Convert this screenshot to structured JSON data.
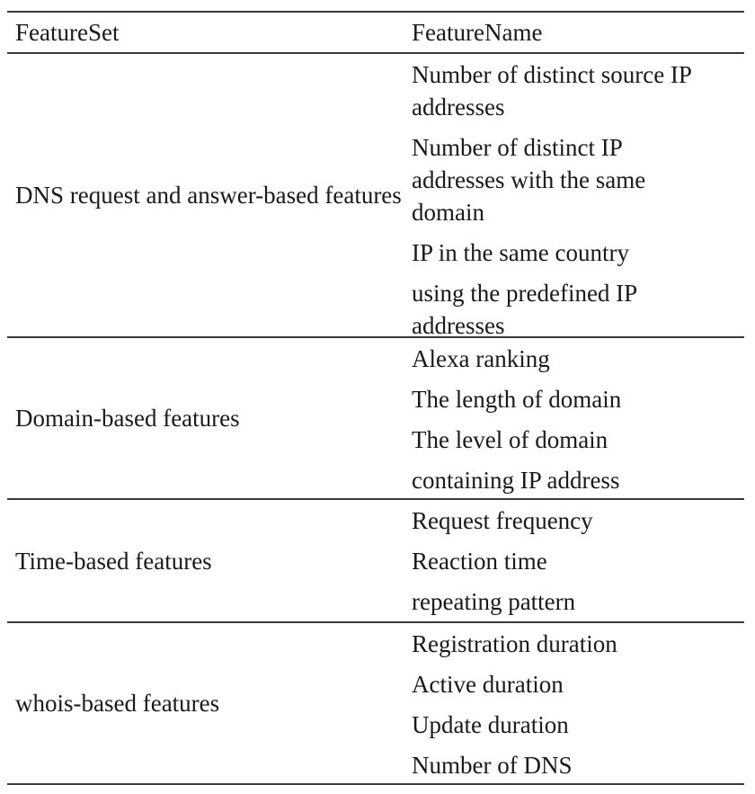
{
  "table": {
    "headers": {
      "feature_set": "FeatureSet",
      "feature_name": "FeatureName"
    },
    "groups": [
      {
        "set_name": "DNS request and answer-based features",
        "features": [
          "Number of distinct source IP addresses",
          "Number of distinct IP addresses with the same domain",
          "IP in the same country",
          "using the predefined IP addresses"
        ]
      },
      {
        "set_name": "Domain-based features",
        "features": [
          "Alexa ranking",
          "The length of domain",
          "The level of domain",
          "containing IP address"
        ]
      },
      {
        "set_name": "Time-based features",
        "features": [
          "Request frequency",
          "Reaction time",
          "repeating pattern"
        ]
      },
      {
        "set_name": "whois-based features",
        "features": [
          "Registration duration",
          "Active duration",
          "Update duration",
          "Number of DNS"
        ]
      }
    ]
  }
}
